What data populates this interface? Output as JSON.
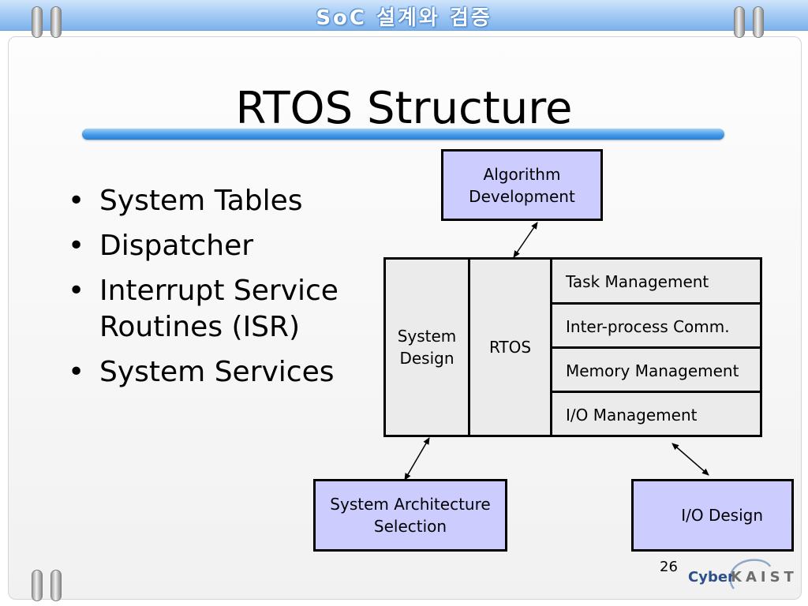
{
  "header": {
    "banner_text": "SoC 설계와 검증"
  },
  "slide": {
    "title": "RTOS Structure",
    "bullets": [
      "System Tables",
      "Dispatcher",
      "Interrupt Service Routines (ISR)",
      "System Services"
    ],
    "page_number": "26"
  },
  "diagram": {
    "algorithm_box": {
      "line1": "Algorithm",
      "line2": "Development"
    },
    "system_design": {
      "line1": "System",
      "line2": "Design"
    },
    "rtos": "RTOS",
    "components": [
      "Task Management",
      "Inter-process Comm.",
      "Memory Management",
      "I/O Management"
    ],
    "arch_box": {
      "line1": "System Architecture",
      "line2": "Selection"
    },
    "io_design": "I/O Design"
  },
  "logo": {
    "part1": "Cyber",
    "part2": "KAIST"
  },
  "colors": {
    "box_blue": "#ccccff",
    "box_grey": "#ebebeb",
    "accent_bar": "#3f95e6"
  }
}
